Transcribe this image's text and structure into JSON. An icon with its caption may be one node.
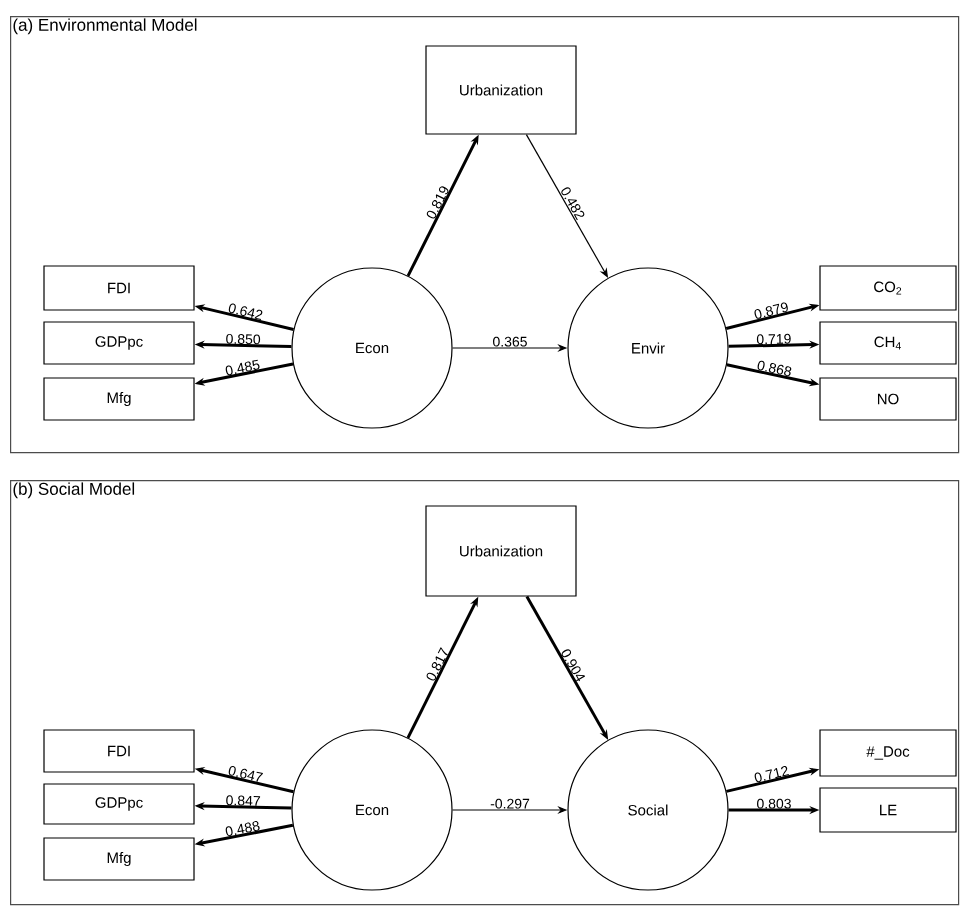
{
  "diagram": {
    "nodes": [
      {
        "text": [
          "(a) Environmental Model"
        ]
      },
      {
        "text": [
          "Urbanization"
        ],
        "in": 0
      },
      {
        "text": [
          "FDI"
        ],
        "in": 0
      },
      {
        "text": [
          "GDPpc"
        ],
        "in": 0
      },
      {
        "text": [
          "Mfg"
        ],
        "in": 0
      },
      {
        "text": [
          "Econ"
        ],
        "in": 0
      },
      {
        "text": [
          "Envir"
        ],
        "in": 0
      },
      {
        "text": [
          "CO$_{2}$"
        ],
        "in": 0
      },
      {
        "text": [
          "CH$_{4}$"
        ],
        "in": 0
      },
      {
        "text": [
          "NO"
        ],
        "in": 0
      },
      {
        "text": [
          "(b) Social Model"
        ]
      },
      {
        "text": [
          "Urbanization"
        ],
        "in": 10
      },
      {
        "text": [
          "FDI"
        ],
        "in": 10
      },
      {
        "text": [
          "GDPpc"
        ],
        "in": 10
      },
      {
        "text": [
          "Mfg"
        ],
        "in": 10
      },
      {
        "text": [
          "Econ"
        ],
        "in": 10
      },
      {
        "text": [
          "Social"
        ],
        "in": 10
      },
      {
        "text": [
          "#_Doc"
        ],
        "in": 10
      },
      {
        "text": [
          "LE"
        ],
        "in": 10
      }
    ],
    "edges": [
      {
        "from": 5,
        "to": 1,
        "arrow": "to",
        "label": "0.819"
      },
      {
        "from": 1,
        "to": 6,
        "arrow": "to",
        "label": "0.482"
      },
      {
        "from": 5,
        "to": 2,
        "arrow": "to",
        "label": "0.642"
      },
      {
        "from": 5,
        "to": 3,
        "arrow": "to",
        "label": "0.850"
      },
      {
        "from": 5,
        "to": 4,
        "arrow": "to",
        "label": "0.485"
      },
      {
        "from": 5,
        "to": 6,
        "arrow": "to",
        "label": "0.365"
      },
      {
        "from": 6,
        "to": 7,
        "arrow": "to",
        "label": "0.879"
      },
      {
        "from": 6,
        "to": 8,
        "arrow": "to",
        "label": "0.719"
      },
      {
        "from": 6,
        "to": 9,
        "arrow": "to",
        "label": "0.868"
      },
      {
        "from": 15,
        "to": 11,
        "arrow": "to",
        "label": "0.817"
      },
      {
        "from": 11,
        "to": 16,
        "arrow": "to",
        "label": "0.904"
      },
      {
        "from": 15,
        "to": 12,
        "arrow": "to",
        "label": "0.647"
      },
      {
        "from": 15,
        "to": 13,
        "arrow": "to",
        "label": "0.847"
      },
      {
        "from": 15,
        "to": 14,
        "arrow": "to",
        "label": "0.488"
      },
      {
        "from": 15,
        "to": 16,
        "arrow": "to",
        "label": "-0.297"
      },
      {
        "from": 16,
        "to": 17,
        "arrow": "to",
        "label": "0.712"
      },
      {
        "from": 16,
        "to": 18,
        "arrow": "to",
        "label": "0.803"
      }
    ]
  }
}
